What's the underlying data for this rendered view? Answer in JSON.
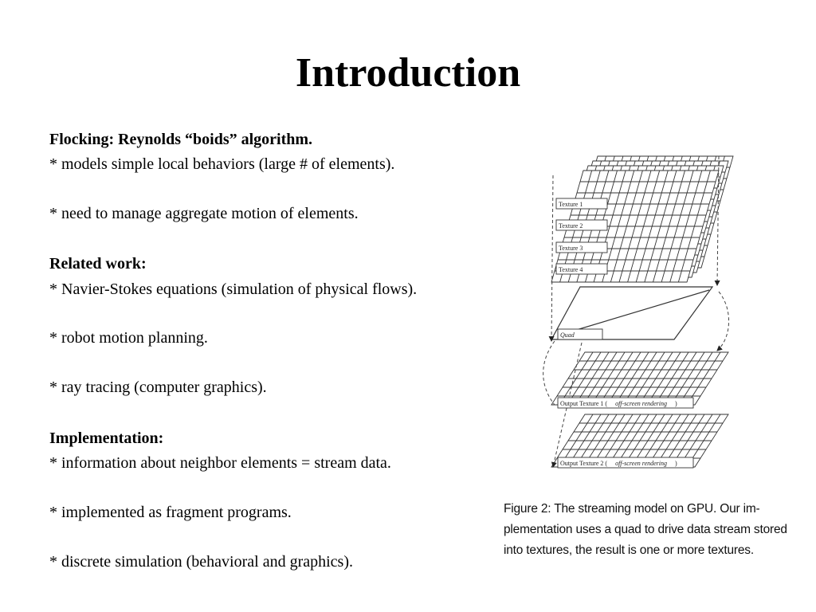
{
  "slide": {
    "title": "Introduction",
    "sections": [
      {
        "heading": "Flocking: Reynolds “boids” algorithm.",
        "bullets": [
          "*  models simple local behaviors (large # of elements).",
          "*  need to manage aggregate motion of elements."
        ]
      },
      {
        "heading": "Related work:",
        "bullets": [
          "*  Navier-Stokes equations (simulation of physical flows).",
          "*  robot motion planning.",
          "*  ray tracing (computer graphics)."
        ]
      },
      {
        "heading": "Implementation:",
        "bullets": [
          "*  information about neighbor elements = stream data.",
          "*  implemented as fragment programs.",
          "*  discrete simulation (behavioral and graphics)."
        ]
      }
    ]
  },
  "figure": {
    "labels": {
      "texture1": "Texture 1",
      "texture2": "Texture 2",
      "texture3": "Texture 3",
      "texture4": "Texture 4",
      "quad": "Quad",
      "output1_prefix": "Output Texture 1 (",
      "output1_note": "off-screen rendering",
      "output1_suffix": ")",
      "output2_prefix": "Output Texture 2 (",
      "output2_note": "off-screen rendering",
      "output2_suffix": ")"
    },
    "caption_lines": [
      "Figure 2:  The streaming model on GPU. Our im-",
      "plementation uses a quad to drive data stream stored",
      "into textures, the result is one or more textures."
    ]
  }
}
